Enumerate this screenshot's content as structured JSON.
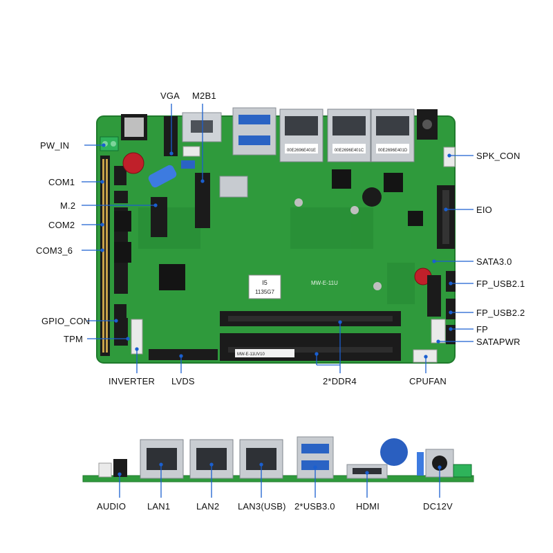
{
  "labels": {
    "vga": "VGA",
    "m2b1": "M2B1",
    "pw_in": "PW_IN",
    "com1": "COM1",
    "m2": "M.2",
    "com2": "COM2",
    "com3_6": "COM3_6",
    "gpio_con": "GPIO_CON",
    "tpm": "TPM",
    "inverter": "INVERTER",
    "lvds": "LVDS",
    "ddr4": "2*DDR4",
    "cpufan": "CPUFAN",
    "spk_con": "SPK_CON",
    "eio": "EIO",
    "sata30": "SATA3.0",
    "fp_usb21": "FP_USB2.1",
    "fp_usb22": "FP_USB2.2",
    "fp": "FP",
    "satapwr": "SATAPWR",
    "audio": "AUDIO",
    "lan1": "LAN1",
    "lan2": "LAN2",
    "lan3": "LAN3(USB)",
    "usb30": "2*USB3.0",
    "hdmi": "HDMI",
    "dc12v": "DC12V"
  },
  "board_text": {
    "cpu_line1": "I5",
    "cpu_line2": "1135G7",
    "model": "MW-E-11U",
    "sticker": "MW-E-11UV10",
    "lan_tag1": "00E2696E401E",
    "lan_tag2": "00E2696E401C",
    "lan_tag3": "00E2696E401D"
  },
  "colors": {
    "pcb": "#2f9a3c",
    "pcb_dark": "#1f7a2c",
    "callout": "#1a5fd0",
    "connector": "#1b1b1b"
  }
}
